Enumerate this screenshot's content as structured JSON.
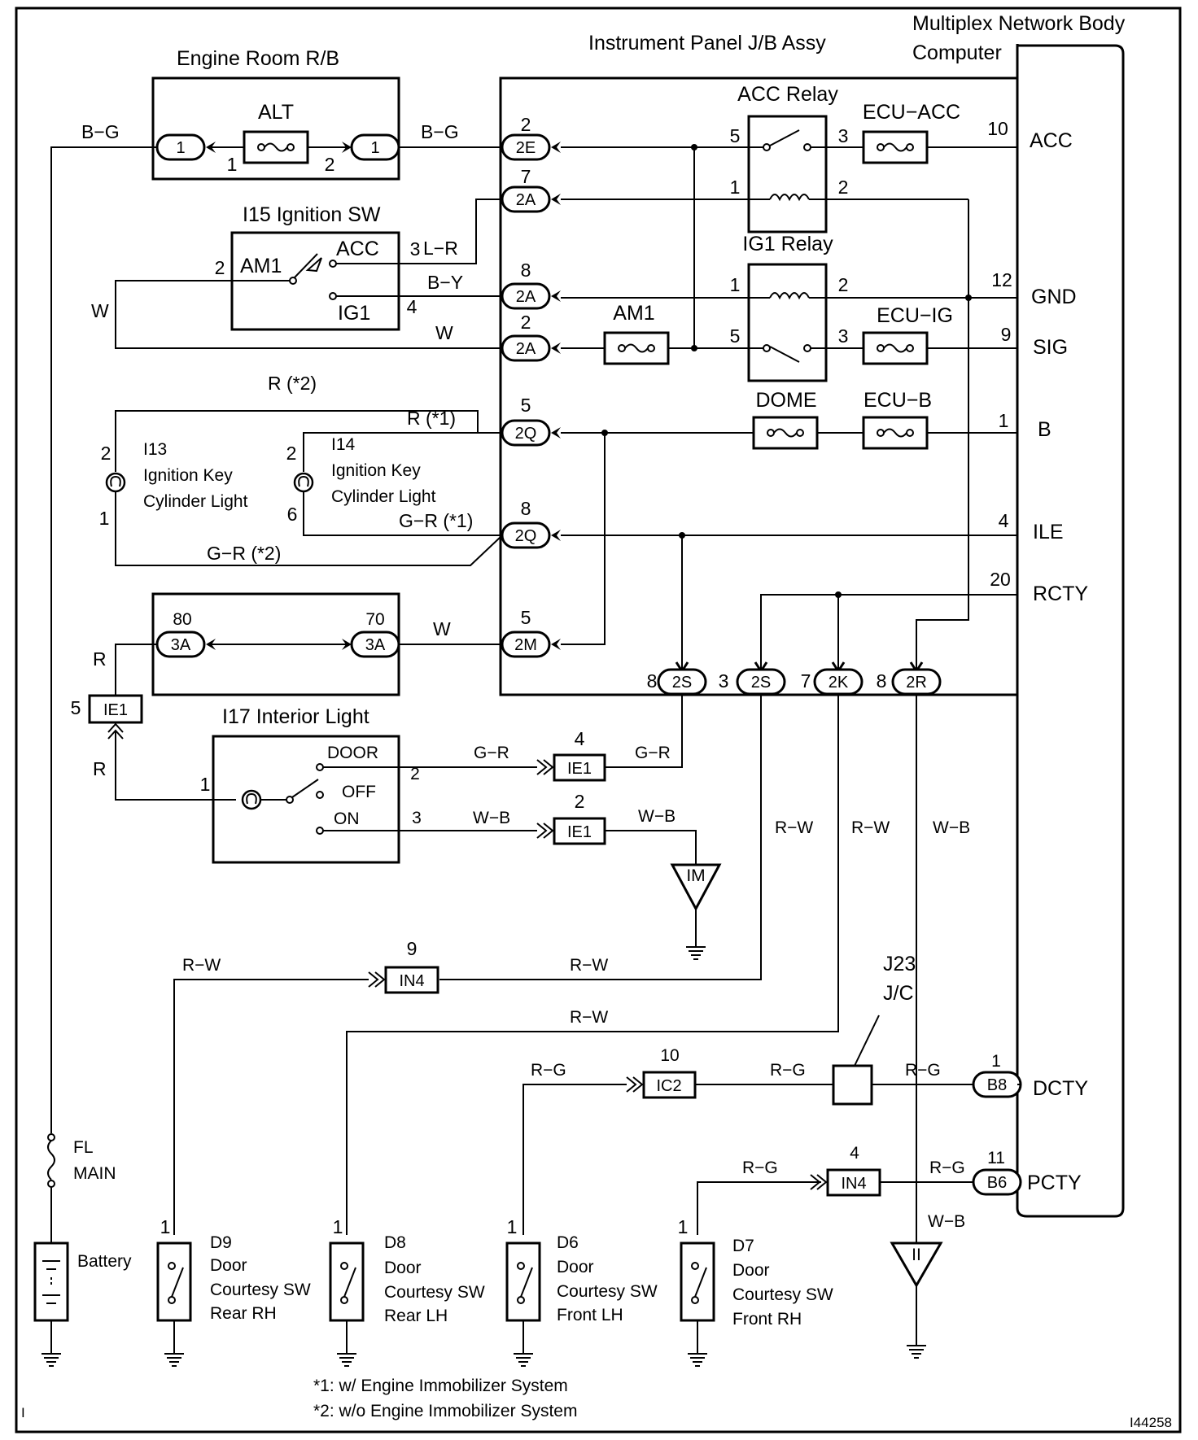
{
  "labels": {
    "multiplex_1": "Multiplex Network Body",
    "multiplex_2": "Computer",
    "instrument_panel": "Instrument Panel J/B Assy",
    "engine_room": "Engine Room R/B",
    "alt": "ALT",
    "ignition_sw": "I15 Ignition SW",
    "am1": "AM1",
    "acc": "ACC",
    "ig1": "IG1",
    "acc_relay": "ACC Relay",
    "ig1_relay": "IG1 Relay",
    "ecu_acc": "ECU−ACC",
    "ecu_ig": "ECU−IG",
    "ecu_b": "ECU−B",
    "dome": "DOME",
    "i13_1": "I13",
    "i13_2": "Ignition Key",
    "i13_3": "Cylinder Light",
    "i14_1": "I14",
    "i14_2": "Ignition Key",
    "i14_3": "Cylinder Light",
    "interior_light": "I17 Interior Light",
    "door": "DOOR",
    "off": "OFF",
    "on": "ON",
    "j23_1": "J23",
    "j23_2": "J/C",
    "fl_1": "FL",
    "fl_2": "MAIN",
    "battery": "Battery",
    "d9_1": "D9",
    "d9_2": "Door",
    "d9_3": "Courtesy SW",
    "d9_4": "Rear RH",
    "d8_1": "D8",
    "d8_2": "Door",
    "d8_3": "Courtesy SW",
    "d8_4": "Rear LH",
    "d6_1": "D6",
    "d6_2": "Door",
    "d6_3": "Courtesy SW",
    "d6_4": "Front LH",
    "d7_1": "D7",
    "d7_2": "Door",
    "d7_3": "Courtesy SW",
    "d7_4": "Front RH",
    "ground_im": "IM",
    "ground_ii": "II",
    "note_1": "*1: w/ Engine Immobilizer System",
    "note_2": "*2: w/o Engine Immobilizer System",
    "figure_id": "I44258",
    "corner_mark": "I"
  },
  "terminals": {
    "acc": "ACC",
    "gnd": "GND",
    "sig": "SIG",
    "b": "B",
    "ile": "ILE",
    "rcty": "RCTY",
    "dcty": "DCTY",
    "pcty": "PCTY"
  },
  "wires": {
    "bg_left": "B−G",
    "bg_right": "B−G",
    "lr": "L−R",
    "by": "B−Y",
    "w_left": "W",
    "w_sig": "W",
    "r2": "R (*2)",
    "r1": "R (*1)",
    "gr1": "G−R (*1)",
    "gr2": "G−R (*2)",
    "w_3a": "W",
    "r_a": "R",
    "r_b": "R",
    "gr_a": "G−R",
    "gr_b": "G−R",
    "wb_a": "W−B",
    "wb_b": "W−B",
    "rw_a": "R−W",
    "rw_b": "R−W",
    "rw_c": "R−W",
    "rw_d": "R−W",
    "rw_e": "R−W",
    "wb_c": "W−B",
    "wb_d": "W−B",
    "rg_a": "R−G",
    "rg_b": "R−G",
    "rg_c": "R−G",
    "rg_d": "R−G",
    "rg_e": "R−G"
  },
  "connectors": {
    "er1": "1",
    "er2": "1",
    "c2e": "2E",
    "c2a_1": "2A",
    "c2a_2": "2A",
    "c2a_3": "2A",
    "c2q_1": "2Q",
    "c2q_2": "2Q",
    "c2m": "2M",
    "c3a_1": "3A",
    "c3a_2": "3A",
    "ie1_a": "IE1",
    "ie1_b": "IE1",
    "ie1_c": "IE1",
    "c2s_1": "2S",
    "c2s_2": "2S",
    "c2k": "2K",
    "c2r": "2R",
    "in4_a": "IN4",
    "in4_b": "IN4",
    "ic2": "IC2",
    "b8": "B8",
    "b6": "B6"
  },
  "pins": {
    "alt_1": "1",
    "alt_2": "2",
    "c2e": "2",
    "c2a_1": "7",
    "c2a_2": "8",
    "c2a_3": "2",
    "ign_am1": "2",
    "ign_acc": "3",
    "ign_ig1": "4",
    "acc5": "5",
    "acc1": "1",
    "acc3": "3",
    "acc2": "2",
    "ecu10": "10",
    "ig1_1": "1",
    "ig1_5": "5",
    "ig1_2": "2",
    "ig1_3": "3",
    "ecu12": "12",
    "ecu9": "9",
    "c2q_1": "5",
    "c2q_2": "8",
    "ecu1": "1",
    "ecu4": "4",
    "ecu20": "20",
    "i13_2": "2",
    "i13_1": "1",
    "i14_2": "2",
    "i14_6": "6",
    "c2m": "5",
    "c3a_80": "80",
    "c3a_70": "70",
    "ie1_5": "5",
    "int_1": "1",
    "int_2": "2",
    "int_3": "3",
    "ie1_4": "4",
    "ie1_2": "2",
    "c2s_8": "8",
    "c2s_3": "3",
    "c2k_7": "7",
    "c2r_8": "8",
    "in4_9": "9",
    "ic2_10": "10",
    "b8_1": "1",
    "in4_4": "4",
    "b6_11": "11",
    "d9": "1",
    "d8": "1",
    "d6": "1",
    "d7": "1"
  }
}
